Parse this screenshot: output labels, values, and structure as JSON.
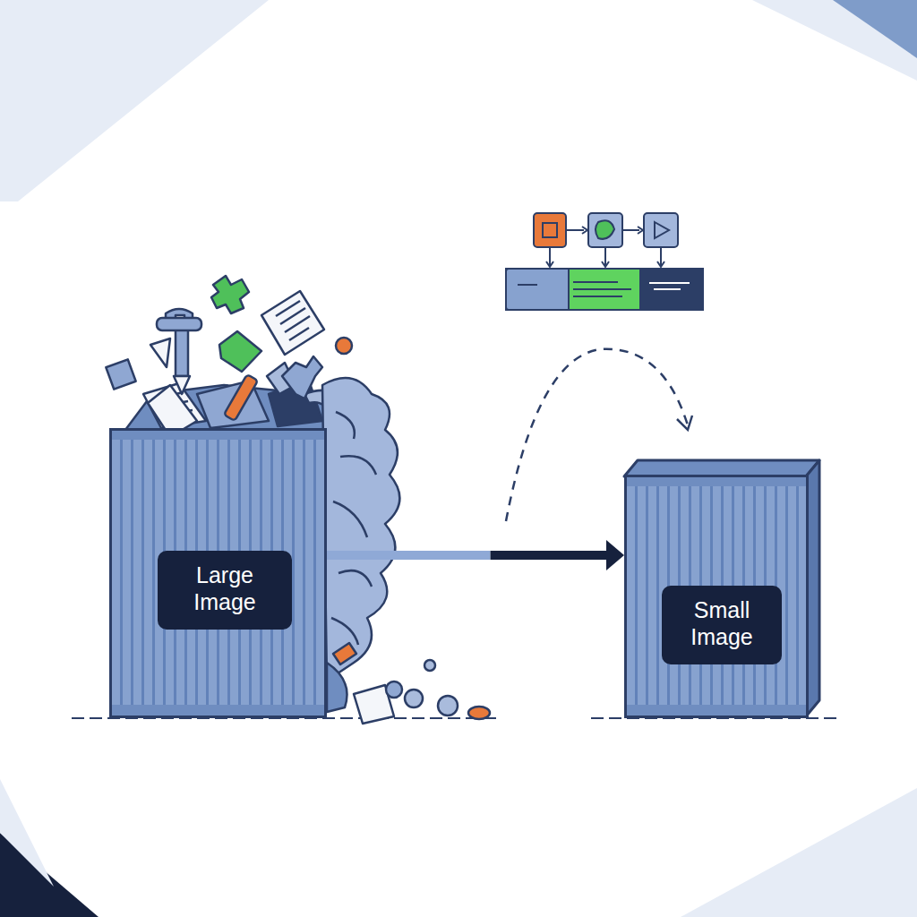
{
  "diagram": {
    "nodes": [
      {
        "text": [
          "Large Image"
        ]
      },
      {
        "text": [
          "Small Image"
        ]
      }
    ],
    "edges": [
      {
        "from": 0,
        "to": 1,
        "arrow": "to"
      }
    ]
  }
}
